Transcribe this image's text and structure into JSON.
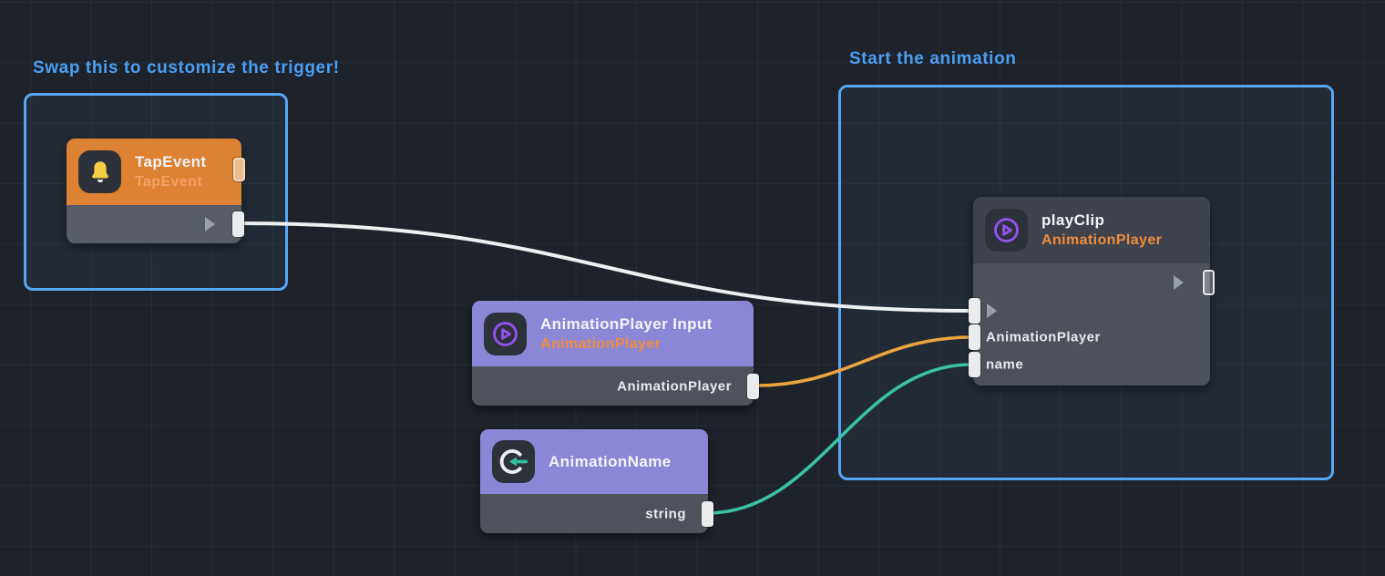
{
  "comments": [
    {
      "label": "Swap this to customize the trigger!"
    },
    {
      "label": "Start the animation"
    }
  ],
  "nodes": {
    "tap_event": {
      "title": "TapEvent",
      "subtitle": "TapEvent",
      "icon": "bell-icon"
    },
    "animation_player_input": {
      "title": "AnimationPlayer Input",
      "subtitle": "AnimationPlayer",
      "output_label": "AnimationPlayer",
      "icon": "play-circle-icon"
    },
    "animation_name": {
      "title": "AnimationName",
      "output_label": "string",
      "icon": "arrow-into-circle-icon"
    },
    "play_clip": {
      "title": "playClip",
      "subtitle": "AnimationPlayer",
      "icon": "play-circle-icon",
      "inputs": [
        "AnimationPlayer",
        "name"
      ]
    }
  },
  "colors": {
    "background": "#1e222a",
    "comment_accent": "#55a6f3",
    "comment_label": "#4b9ef2",
    "header_event_orange": "#dd8132",
    "header_value_purple": "#8c86d7",
    "header_function_slate": "#3e434d",
    "subtitle_orange": "#f18c3c",
    "wire_exec": "#eef0f1",
    "wire_animation_player": "#eda43e",
    "wire_string": "#39c3a3"
  }
}
